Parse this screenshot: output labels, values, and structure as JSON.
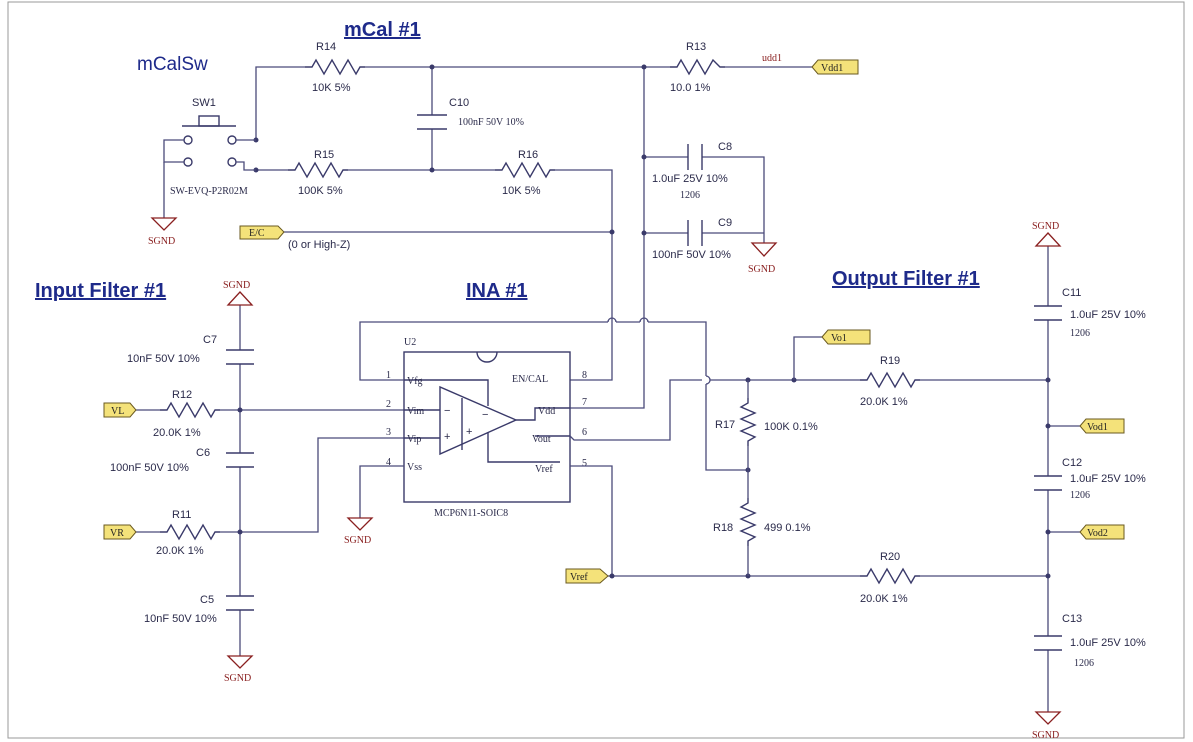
{
  "titles": {
    "mcal": "mCal #1",
    "mcalsw": "mCalSw",
    "input_filter": "Input Filter #1",
    "ina": "INA #1",
    "output_filter": "Output Filter #1"
  },
  "components": {
    "r14": {
      "ref": "R14",
      "value": "10K  5%"
    },
    "r13": {
      "ref": "R13",
      "value": "10.0  1%"
    },
    "r15": {
      "ref": "R15",
      "value": "100K  5%"
    },
    "r16": {
      "ref": "R16",
      "value": "10K  5%"
    },
    "c10": {
      "ref": "C10",
      "value": "100nF 50V 10%"
    },
    "c8": {
      "ref": "C8",
      "value": "1.0uF  25V 10%",
      "pkg": "1206"
    },
    "c9": {
      "ref": "C9",
      "value": "100nF  50V  10%"
    },
    "sw1": {
      "ref": "SW1",
      "value": "SW-EVQ-P2R02M"
    },
    "c7": {
      "ref": "C7",
      "value": "10nF 50V 10%"
    },
    "r12": {
      "ref": "R12",
      "value": "20.0K  1%"
    },
    "c6": {
      "ref": "C6",
      "value": "100nF  50V   10%"
    },
    "r11": {
      "ref": "R11",
      "value": "20.0K  1%"
    },
    "c5": {
      "ref": "C5",
      "value": "10nF 50V  10%"
    },
    "u2": {
      "ref": "U2",
      "value": "MCP6N11-SOIC8"
    },
    "r17": {
      "ref": "R17",
      "value": "100K 0.1%"
    },
    "r18": {
      "ref": "R18",
      "value": "499  0.1%"
    },
    "r19": {
      "ref": "R19",
      "value": "20.0K  1%"
    },
    "r20": {
      "ref": "R20",
      "value": "20.0K  1%"
    },
    "c11": {
      "ref": "C11",
      "value": "1.0uF  25V  10%",
      "pkg": "1206"
    },
    "c12": {
      "ref": "C12",
      "value": "1.0uF  25V  10%",
      "pkg": "1206"
    },
    "c13": {
      "ref": "C13",
      "value": "1.0uF  25V  10%",
      "pkg": "1206"
    }
  },
  "u2_pins": {
    "p1": {
      "num": "1",
      "name": "Vfg"
    },
    "p2": {
      "num": "2",
      "name": "Vim"
    },
    "p3": {
      "num": "3",
      "name": "Vip"
    },
    "p4": {
      "num": "4",
      "name": "Vss"
    },
    "p5": {
      "num": "5",
      "name": "Vref"
    },
    "p6": {
      "num": "6",
      "name": "Vout"
    },
    "p7": {
      "num": "7",
      "name": "Vdd"
    },
    "p8": {
      "num": "8",
      "name": "EN/CAL"
    }
  },
  "opamp_signs": {
    "minus": "−",
    "plus": "+"
  },
  "ports": {
    "vdd1": "Vdd1",
    "ec": "E/C",
    "ec_note": "(0 or High-Z)",
    "vl": "VL",
    "vr": "VR",
    "vo1": "Vo1",
    "vod1": "Vod1",
    "vod2": "Vod2",
    "vref": "Vref"
  },
  "nets": {
    "udd1": "udd1"
  },
  "grounds": {
    "label": "SGND"
  }
}
